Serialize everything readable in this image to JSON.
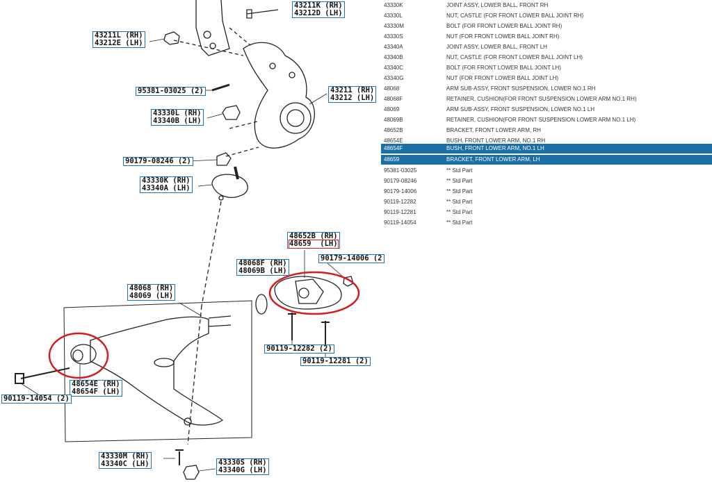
{
  "diagram_labels": [
    {
      "id": "l43211K",
      "lines": [
        "43211K (RH)",
        "43212D (LH)"
      ]
    },
    {
      "id": "l43211L",
      "lines": [
        "43211L (RH)",
        "43212E (LH)"
      ]
    },
    {
      "id": "l95381",
      "lines": [
        "95381-03025 (2)"
      ]
    },
    {
      "id": "l43211",
      "lines": [
        "43211 (RH)",
        "43212 (LH)"
      ]
    },
    {
      "id": "l43330L",
      "lines": [
        "43330L (RH)",
        "43340B (LH)"
      ]
    },
    {
      "id": "l90179a",
      "lines": [
        "90179-08246 (2)"
      ]
    },
    {
      "id": "l43330K",
      "lines": [
        "43330K (RH)",
        "43340A (LH)"
      ]
    },
    {
      "id": "l48652B",
      "lines": [
        "48652B (RH)",
        "48659  (LH)"
      ]
    },
    {
      "id": "l90179b",
      "lines": [
        "90179-14006 (2"
      ]
    },
    {
      "id": "l48068F",
      "lines": [
        "48068F (RH)",
        "48069B (LH)"
      ]
    },
    {
      "id": "l48068",
      "lines": [
        "48068 (RH)",
        "48069 (LH)"
      ]
    },
    {
      "id": "l90119a",
      "lines": [
        "90119-12282 (2)"
      ]
    },
    {
      "id": "l90119b",
      "lines": [
        "90119-12281 (2)"
      ]
    },
    {
      "id": "l48654E",
      "lines": [
        "48654E (RH)",
        "48654F (LH)"
      ]
    },
    {
      "id": "l90119c",
      "lines": [
        "90119-14054 (2)"
      ]
    },
    {
      "id": "l43330M",
      "lines": [
        "43330M (RH)",
        "43340C (LH)"
      ]
    },
    {
      "id": "l43330S",
      "lines": [
        "43330S (RH)",
        "43340G (LH)"
      ]
    }
  ],
  "parts": [
    {
      "number": "43330K",
      "desc": "JOINT ASSY, LOWER BALL, FRONT RH"
    },
    {
      "number": "43330L",
      "desc": "NUT, CASTLE (FOR FRONT LOWER BALL JOINT RH)"
    },
    {
      "number": "43330M",
      "desc": "BOLT (FOR FRONT LOWER BALL JOINT RH)"
    },
    {
      "number": "43330S",
      "desc": "NUT (FOR FRONT LOWER BALL JOINT RH)"
    },
    {
      "number": "43340A",
      "desc": "JOINT ASSY, LOWER BALL, FRONT LH"
    },
    {
      "number": "43340B",
      "desc": "NUT, CASTLE (FOR FRONT LOWER BALL JOINT LH)"
    },
    {
      "number": "43340C",
      "desc": "BOLT (FOR FRONT LOWER BALL JOINT LH)"
    },
    {
      "number": "43340G",
      "desc": "NUT (FOR FRONT LOWER BALL JOINT LH)"
    },
    {
      "number": "48068",
      "desc": "ARM SUB-ASSY, FRONT SUSPENSION, LOWER NO.1 RH"
    },
    {
      "number": "48068F",
      "desc": "RETAINER, CUSHION(FOR FRONT SUSPENSION LOWER ARM NO.1 RH)"
    },
    {
      "number": "48069",
      "desc": "ARM SUB-ASSY, FRONT SUSPENSION, LOWER NO.1 LH"
    },
    {
      "number": "48069B",
      "desc": "RETAINER, CUSHION(FOR FRONT SUSPENSION LOWER ARM NO.1 LH)"
    },
    {
      "number": "48652B",
      "desc": "BRACKET, FRONT LOWER ARM, RH"
    },
    {
      "number": "48654E",
      "desc": "BUSH, FRONT LOWER ARM, NO.1 RH"
    },
    {
      "number": "48654F",
      "desc": "BUSH, FRONT LOWER ARM, NO.1 LH",
      "selected": true
    },
    {
      "number": "48659",
      "desc": "BRACKET, FRONT LOWER ARM, LH",
      "selected": true
    },
    {
      "number": "95381-03025",
      "desc": "** Std Part"
    },
    {
      "number": "90179-08246",
      "desc": "** Std Part"
    },
    {
      "number": "90179-14006",
      "desc": "** Std Part"
    },
    {
      "number": "90119-12282",
      "desc": "** Std Part"
    },
    {
      "number": "90119-12281",
      "desc": "** Std Part"
    },
    {
      "number": "90119-14054",
      "desc": "** Std Part"
    }
  ],
  "colors": {
    "selected_row": "#1a6fa6",
    "label_border": "#1d72b8",
    "highlight_circle": "#d61a1a"
  }
}
